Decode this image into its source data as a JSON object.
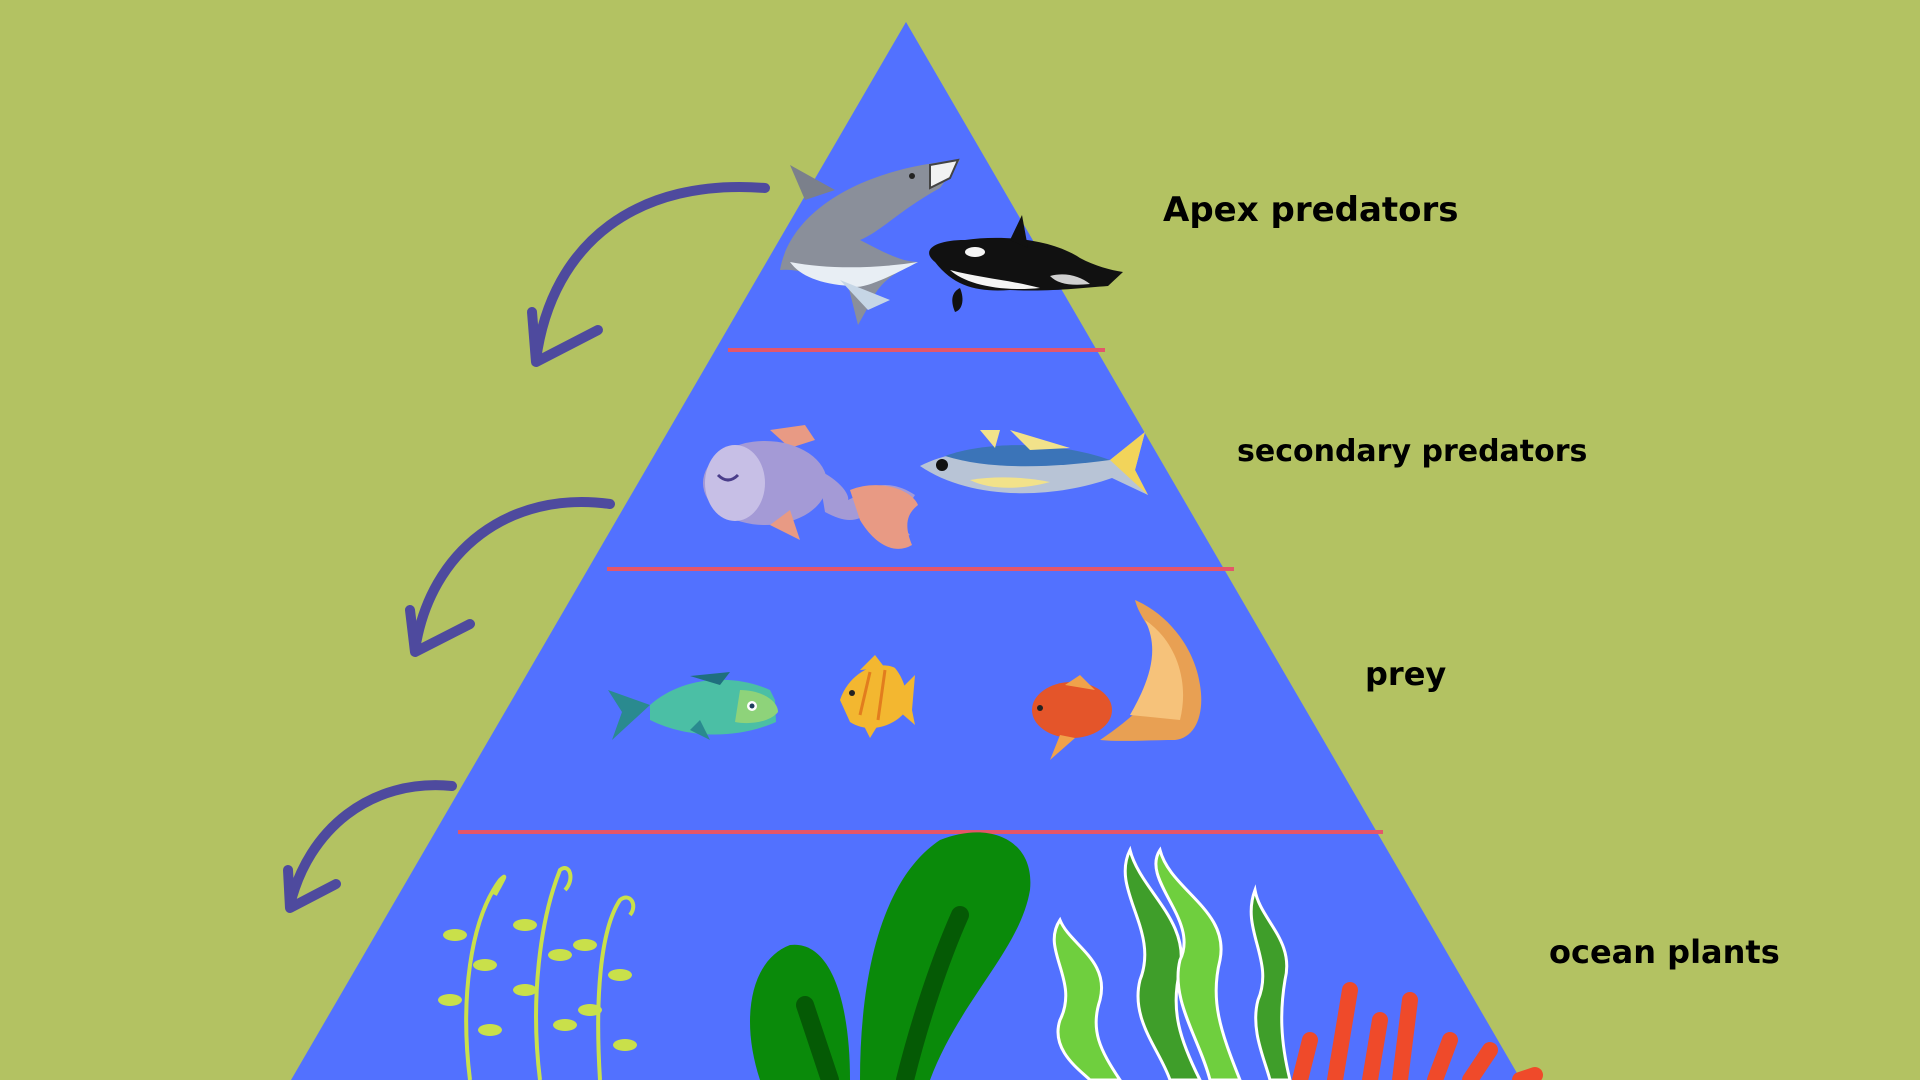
{
  "colors": {
    "background": "#b3c262",
    "pyramid": "#5271ff",
    "divider": "#e4566a",
    "arrow": "#4e4a9e"
  },
  "levels": [
    {
      "label": "Apex predators",
      "icons": [
        "shark-icon",
        "orca-icon"
      ]
    },
    {
      "label": "secondary predators",
      "icons": [
        "purple-fish-icon",
        "tuna-icon"
      ]
    },
    {
      "label": "prey",
      "icons": [
        "green-fish-icon",
        "angelfish-icon",
        "goldfish-icon"
      ]
    },
    {
      "label": "ocean plants",
      "icons": [
        "seaweed-yellow-icon",
        "kelp-green-icon",
        "seaweed-wavy-icon",
        "coral-red-icon"
      ]
    }
  ]
}
